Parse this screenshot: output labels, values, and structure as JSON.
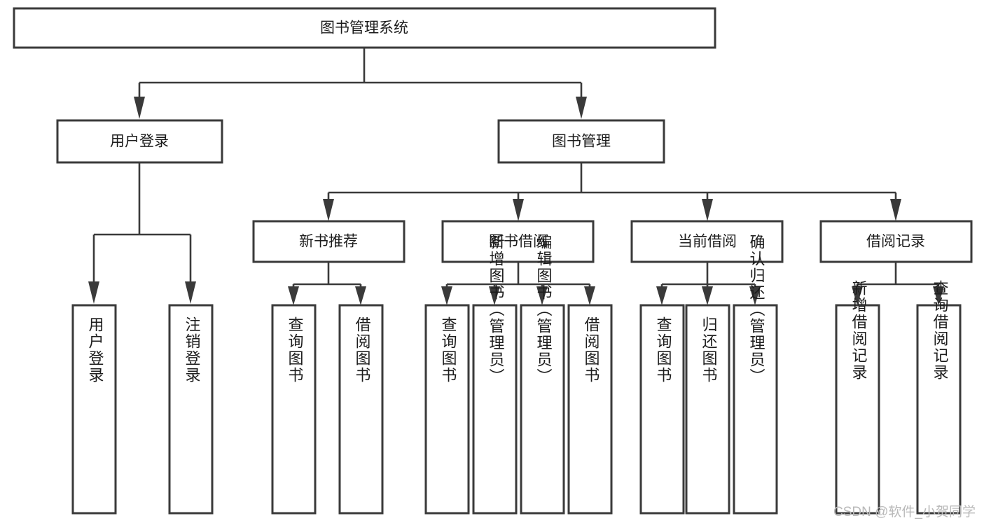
{
  "diagram": {
    "type": "tree-hierarchy-chart",
    "title": "图书管理系统",
    "watermark": "CSDN @软件_小贺同学",
    "colors": {
      "background": "#ffffff",
      "box_stroke": "#3a3a3a",
      "box_fill": "#ffffff",
      "text": "#1c1c1c",
      "connector": "#3a3a3a",
      "watermark": "#b9b9b9"
    },
    "root": {
      "label": "图书管理系统",
      "orientation": "horizontal"
    },
    "level1": [
      {
        "id": "user-login",
        "label": "用户登录",
        "orientation": "horizontal"
      },
      {
        "id": "book-management",
        "label": "图书管理",
        "orientation": "horizontal"
      }
    ],
    "level2": [
      {
        "id": "new-book-recommend",
        "label": "新书推荐",
        "parent": "book-management",
        "orientation": "horizontal"
      },
      {
        "id": "book-borrow",
        "label": "图书借阅",
        "parent": "book-management",
        "orientation": "horizontal"
      },
      {
        "id": "current-borrow",
        "label": "当前借阅",
        "parent": "book-management",
        "orientation": "horizontal"
      },
      {
        "id": "borrow-record",
        "label": "借阅记录",
        "parent": "book-management",
        "orientation": "horizontal"
      }
    ],
    "leaves": [
      {
        "id": "leaf-user-login",
        "label": "用户登录",
        "parent": "user-login",
        "orientation": "vertical"
      },
      {
        "id": "leaf-user-logout",
        "label": "注销登录",
        "parent": "user-login",
        "orientation": "vertical"
      },
      {
        "id": "leaf-query-book-1",
        "label": "查询图书",
        "parent": "new-book-recommend",
        "orientation": "vertical"
      },
      {
        "id": "leaf-borrow-book-1",
        "label": "借阅图书",
        "parent": "new-book-recommend",
        "orientation": "vertical"
      },
      {
        "id": "leaf-query-book-2",
        "label": "查询图书",
        "parent": "book-borrow",
        "orientation": "vertical"
      },
      {
        "id": "leaf-add-book",
        "label": "新增图书（管理员）",
        "parent": "book-borrow",
        "orientation": "vertical"
      },
      {
        "id": "leaf-edit-book",
        "label": "编辑图书（管理员）",
        "parent": "book-borrow",
        "orientation": "vertical"
      },
      {
        "id": "leaf-borrow-book-2",
        "label": "借阅图书",
        "parent": "book-borrow",
        "orientation": "vertical"
      },
      {
        "id": "leaf-query-book-3",
        "label": "查询图书",
        "parent": "current-borrow",
        "orientation": "vertical"
      },
      {
        "id": "leaf-return-book",
        "label": "归还图书",
        "parent": "current-borrow",
        "orientation": "vertical"
      },
      {
        "id": "leaf-confirm-return",
        "label": "确认归还（管理员）",
        "parent": "current-borrow",
        "orientation": "vertical"
      },
      {
        "id": "leaf-add-record",
        "label": "新增借阅记录",
        "parent": "borrow-record",
        "orientation": "vertical"
      },
      {
        "id": "leaf-query-record",
        "label": "查询借阅记录",
        "parent": "borrow-record",
        "orientation": "vertical"
      }
    ]
  }
}
